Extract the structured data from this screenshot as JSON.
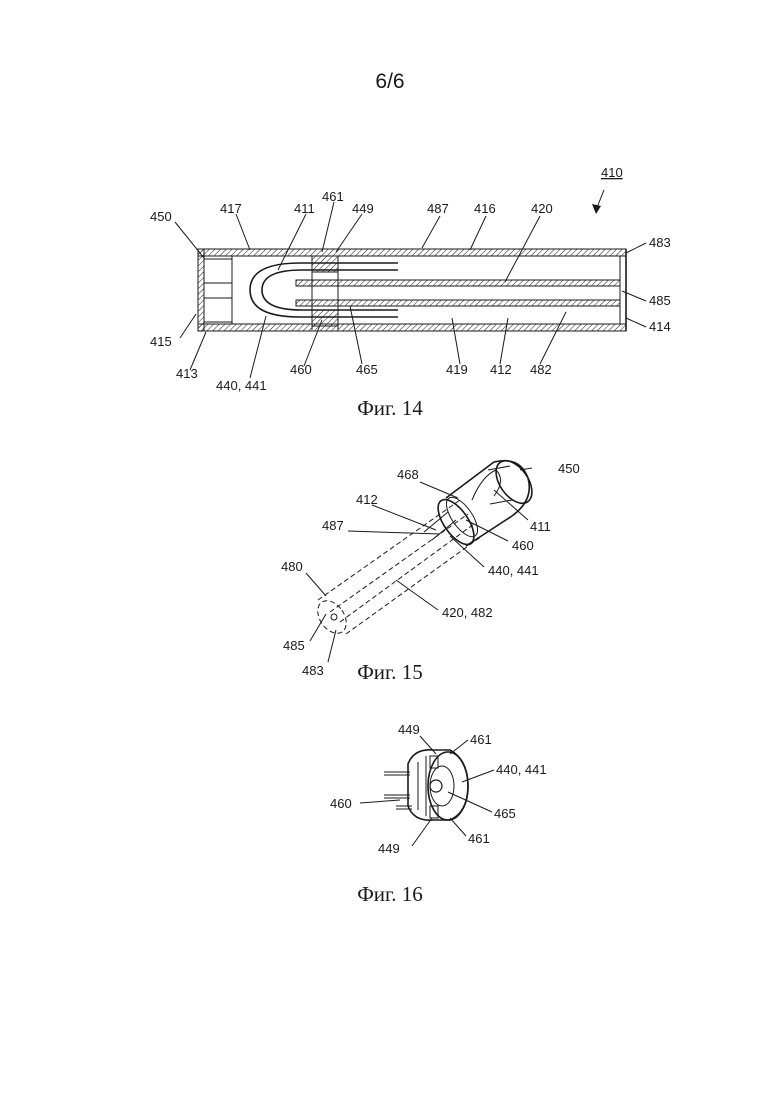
{
  "page": {
    "number": "6/6"
  },
  "figures": [
    {
      "caption": "Фиг. 14",
      "labels": {
        "l410": "410",
        "l450": "450",
        "l417": "417",
        "l411": "411",
        "l461": "461",
        "l449": "449",
        "l487": "487",
        "l416": "416",
        "l420": "420",
        "l483": "483",
        "l485": "485",
        "l414": "414",
        "l415": "415",
        "l413": "413",
        "l440": "440, 441",
        "l460": "460",
        "l465": "465",
        "l419": "419",
        "l412": "412",
        "l482": "482"
      }
    },
    {
      "caption": "Фиг. 15",
      "labels": {
        "l468": "468",
        "l450": "450",
        "l412": "412",
        "l487": "487",
        "l411": "411",
        "l460": "460",
        "l440": "440, 441",
        "l480": "480",
        "l420": "420, 482",
        "l485": "485",
        "l483": "483"
      }
    },
    {
      "caption": "Фиг. 16",
      "labels": {
        "l449a": "449",
        "l461a": "461",
        "l440": "440, 441",
        "l460": "460",
        "l465": "465",
        "l449b": "449",
        "l461b": "461"
      }
    }
  ]
}
